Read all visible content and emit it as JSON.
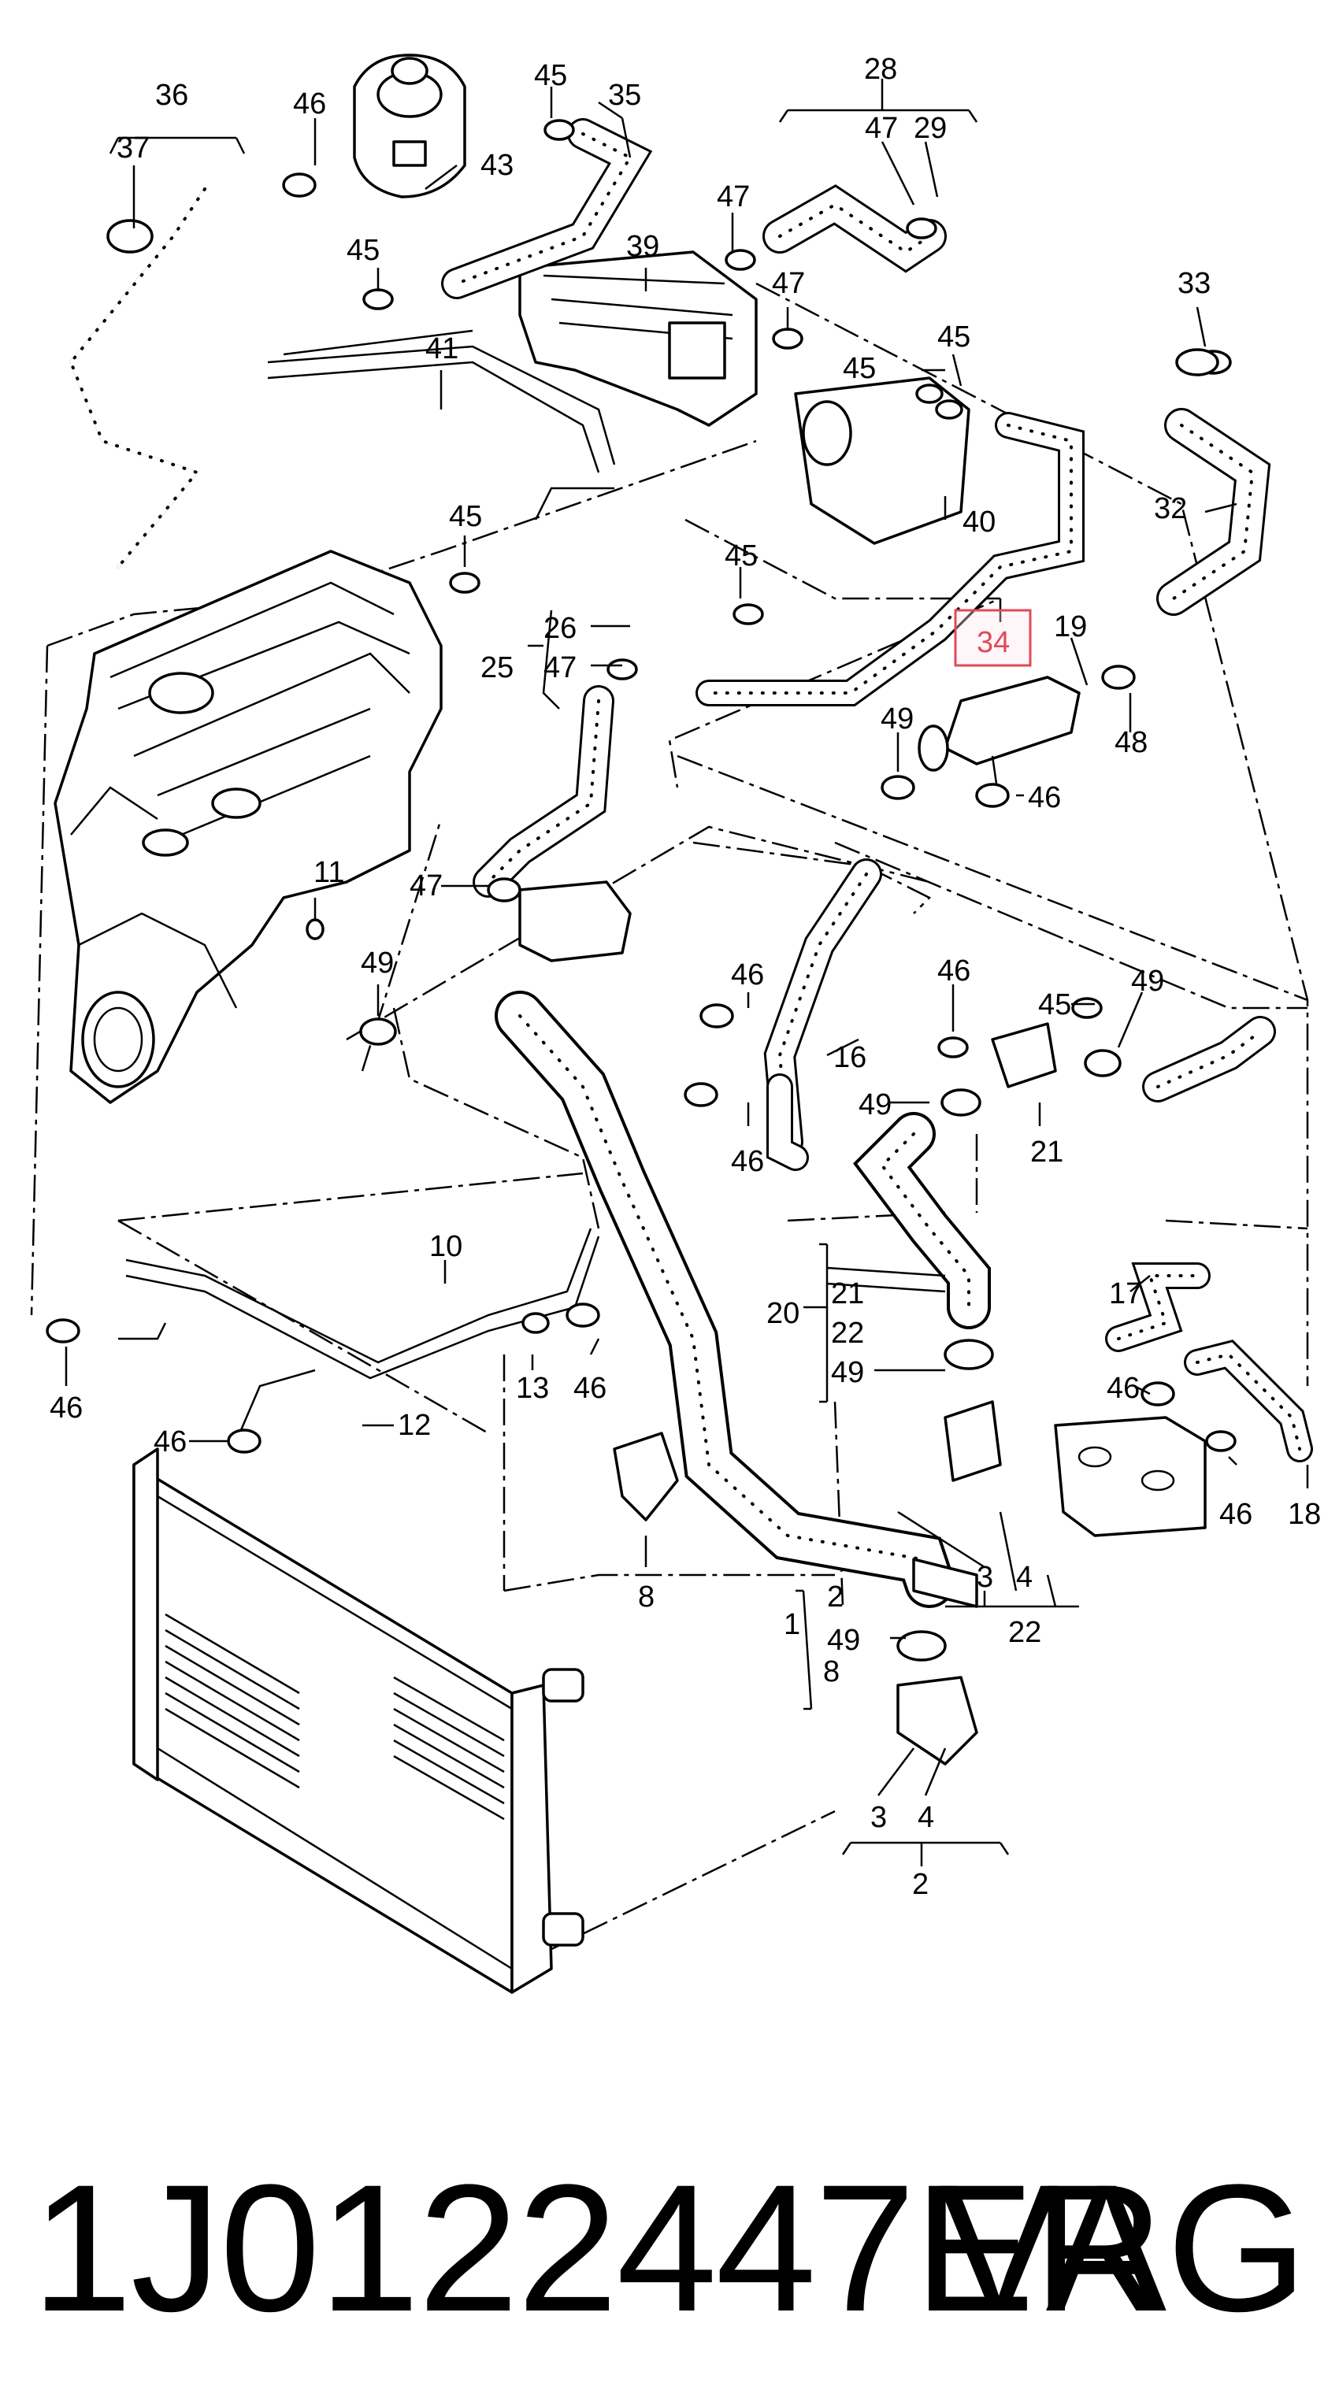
{
  "diagram": {
    "highlight_color": "#e04a5a",
    "highlighted_callout": "34",
    "callouts": [
      {
        "id": "c36",
        "text": "36"
      },
      {
        "id": "c46a",
        "text": "46"
      },
      {
        "id": "c45a",
        "text": "45"
      },
      {
        "id": "c35",
        "text": "35"
      },
      {
        "id": "c28",
        "text": "28"
      },
      {
        "id": "c47a",
        "text": "47"
      },
      {
        "id": "c29",
        "text": "29"
      },
      {
        "id": "c37",
        "text": "37"
      },
      {
        "id": "c43",
        "text": "43"
      },
      {
        "id": "c47b",
        "text": "47"
      },
      {
        "id": "c45b",
        "text": "45"
      },
      {
        "id": "c39",
        "text": "39"
      },
      {
        "id": "c47c",
        "text": "47"
      },
      {
        "id": "c33",
        "text": "33"
      },
      {
        "id": "c45c",
        "text": "45"
      },
      {
        "id": "c41",
        "text": "41"
      },
      {
        "id": "c45d",
        "text": "45"
      },
      {
        "id": "c32",
        "text": "32"
      },
      {
        "id": "c40",
        "text": "40"
      },
      {
        "id": "c45e",
        "text": "45"
      },
      {
        "id": "c45f",
        "text": "45"
      },
      {
        "id": "c26",
        "text": "26"
      },
      {
        "id": "c34",
        "text": "34"
      },
      {
        "id": "c19",
        "text": "19"
      },
      {
        "id": "c25",
        "text": "25"
      },
      {
        "id": "c47d",
        "text": "47"
      },
      {
        "id": "c49a",
        "text": "49"
      },
      {
        "id": "c48",
        "text": "48"
      },
      {
        "id": "c46b",
        "text": "46"
      },
      {
        "id": "c11",
        "text": "11"
      },
      {
        "id": "c47e",
        "text": "47"
      },
      {
        "id": "c49b",
        "text": "49"
      },
      {
        "id": "c46c",
        "text": "46"
      },
      {
        "id": "c46d",
        "text": "46"
      },
      {
        "id": "c45g",
        "text": "45"
      },
      {
        "id": "c49c",
        "text": "49"
      },
      {
        "id": "c16",
        "text": "16"
      },
      {
        "id": "c49d",
        "text": "49"
      },
      {
        "id": "c21a",
        "text": "21"
      },
      {
        "id": "c46e",
        "text": "46"
      },
      {
        "id": "c10",
        "text": "10"
      },
      {
        "id": "c17",
        "text": "17"
      },
      {
        "id": "c21b",
        "text": "21"
      },
      {
        "id": "c20",
        "text": "20"
      },
      {
        "id": "c22a",
        "text": "22"
      },
      {
        "id": "c49e",
        "text": "49"
      },
      {
        "id": "c46f",
        "text": "46"
      },
      {
        "id": "c13",
        "text": "13"
      },
      {
        "id": "c46g",
        "text": "46"
      },
      {
        "id": "c46h",
        "text": "46"
      },
      {
        "id": "c12",
        "text": "12"
      },
      {
        "id": "c46i",
        "text": "46"
      },
      {
        "id": "c46j",
        "text": "46"
      },
      {
        "id": "c18",
        "text": "18"
      },
      {
        "id": "c8",
        "text": "8"
      },
      {
        "id": "c3a",
        "text": "3"
      },
      {
        "id": "c4a",
        "text": "4"
      },
      {
        "id": "c22b",
        "text": "22"
      },
      {
        "id": "c2a",
        "text": "2"
      },
      {
        "id": "c1",
        "text": "1"
      },
      {
        "id": "c49f",
        "text": "49"
      },
      {
        "id": "c8b",
        "text": "8"
      },
      {
        "id": "c3b",
        "text": "3"
      },
      {
        "id": "c4b",
        "text": "4"
      },
      {
        "id": "c2b",
        "text": "2"
      }
    ]
  },
  "footer": {
    "part_number": "1J0122447ER",
    "brand": "VAG"
  }
}
